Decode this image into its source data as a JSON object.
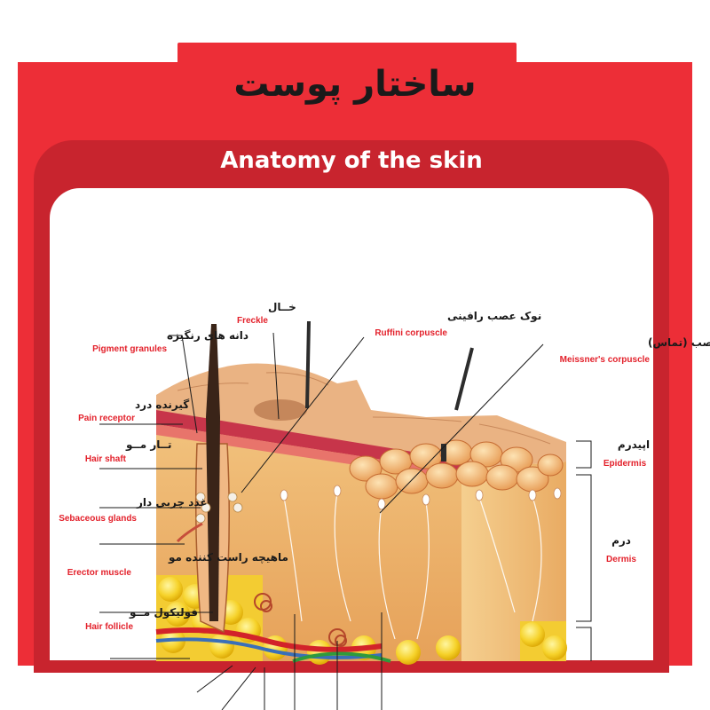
{
  "title_fa": "ساختار پوست",
  "title_en": "Anatomy of the skin",
  "labels": {
    "pigment_granules": {
      "fa": "دانه های رنگیزه",
      "en": "Pigment granules"
    },
    "freckle": {
      "fa": "خــال",
      "en": "Freckle"
    },
    "ruffini": {
      "fa": "نوک عصب رافینی",
      "en": "Ruffini corpuscle"
    },
    "meissner": {
      "fa": "نوک عصب (تماس)",
      "en": "Meissner's corpuscle"
    },
    "pain_receptor": {
      "fa": "گیرنده درد",
      "en": "Pain receptor"
    },
    "hair_shaft": {
      "fa": "تــار مــو",
      "en": "Hair shaft"
    },
    "sebaceous": {
      "fa": "غدد چربی دار",
      "en": "Sebaceous glands"
    },
    "erector": {
      "fa": "ماهیچه راست کننده مو",
      "en": "Erector muscle"
    },
    "follicle": {
      "fa": "فولیکول مــو",
      "en": "Hair follicle"
    },
    "epidermis": {
      "fa": "اپیدرم",
      "en": "Epidermis"
    },
    "dermis": {
      "fa": "درم",
      "en": "Dermis"
    }
  },
  "colors": {
    "brand_red": "#ed2e37",
    "dark_red": "#c8242e",
    "label_red": "#e3212b"
  }
}
